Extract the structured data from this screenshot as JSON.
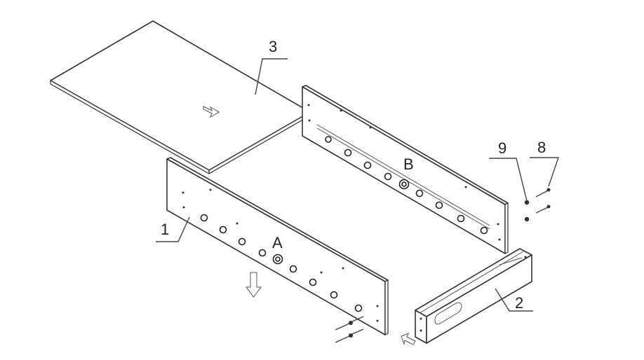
{
  "parts": {
    "panel_top": "3",
    "panel_front": "1",
    "panel_back": "B",
    "panel_front_letter": "A",
    "drawer_side": "2",
    "fastener_a": "9",
    "fastener_b": "8"
  }
}
